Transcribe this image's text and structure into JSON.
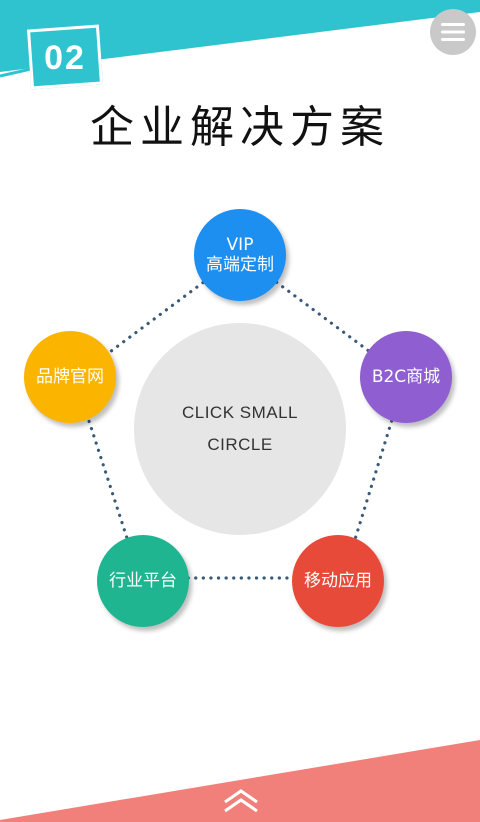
{
  "header": {
    "section_number": "02",
    "menu_icon": "hamburger-menu-icon"
  },
  "title": "企业解决方案",
  "center": {
    "line1": "CLICK SMALL",
    "line2": "CIRCLE"
  },
  "nodes": [
    {
      "line1": "VIP",
      "line2": "高端定制",
      "color": "#1c8ff0"
    },
    {
      "line1": "B2C商城",
      "color": "#8f5fd1"
    },
    {
      "line1": "移动应用",
      "color": "#e84a3a"
    },
    {
      "line1": "行业平台",
      "color": "#1fb591"
    },
    {
      "line1": "品牌官网",
      "color": "#fbb400"
    }
  ],
  "colors": {
    "accent_teal": "#2ec3cf",
    "bottom_coral": "#f2807a",
    "dots": "#3a5a78"
  },
  "footer": {
    "arrow_icon": "chevron-up-icon"
  }
}
